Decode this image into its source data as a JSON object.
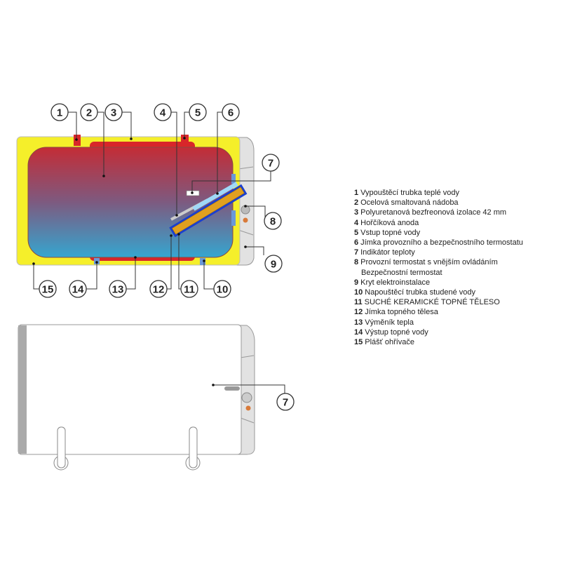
{
  "callouts_top": {
    "c1": "1",
    "c2": "2",
    "c3": "3",
    "c4": "4",
    "c5": "5",
    "c6": "6",
    "c7": "7",
    "c8": "8",
    "c9": "9",
    "c10": "10",
    "c11": "11",
    "c12": "12",
    "c13": "13",
    "c14": "14",
    "c15": "15"
  },
  "callouts_bottom": {
    "c7": "7"
  },
  "legend": [
    {
      "num": "1",
      "text": "Vypouštěcí trubka teplé vody"
    },
    {
      "num": "2",
      "text": "Ocelová smaltovaná nádoba"
    },
    {
      "num": "3",
      "text": "Polyuretanová bezfreonová izolace 42 mm"
    },
    {
      "num": "4",
      "text": "Hořčíková anoda"
    },
    {
      "num": "5",
      "text": "Vstup topné vody"
    },
    {
      "num": "6",
      "text": "Jímka provozního a bezpečnostního termostatu"
    },
    {
      "num": "7",
      "text": "Indikátor teploty"
    },
    {
      "num": "8",
      "text": "Provozní termostat s vnějším ovládáním",
      "continuation": "Bezpečnostní termostat"
    },
    {
      "num": "9",
      "text": "Kryt elektroinstalace"
    },
    {
      "num": "10",
      "text": "Napouštěcí trubka studené vody"
    },
    {
      "num": "11",
      "text": "SUCHÉ KERAMICKÉ TOPNÉ TĚLESO"
    },
    {
      "num": "12",
      "text": "Jímka topného tělesa"
    },
    {
      "num": "13",
      "text": "Výměník tepla"
    },
    {
      "num": "14",
      "text": "Výstup topné vody"
    },
    {
      "num": "15",
      "text": "Plášť ohřívače"
    }
  ],
  "colors": {
    "insulation": "#f5ef2a",
    "hot": "#c0303a",
    "cold": "#3aa0c8",
    "cover": "#e2e2e2",
    "heater": "#e0a020",
    "sheath": "#1a3fd0"
  }
}
